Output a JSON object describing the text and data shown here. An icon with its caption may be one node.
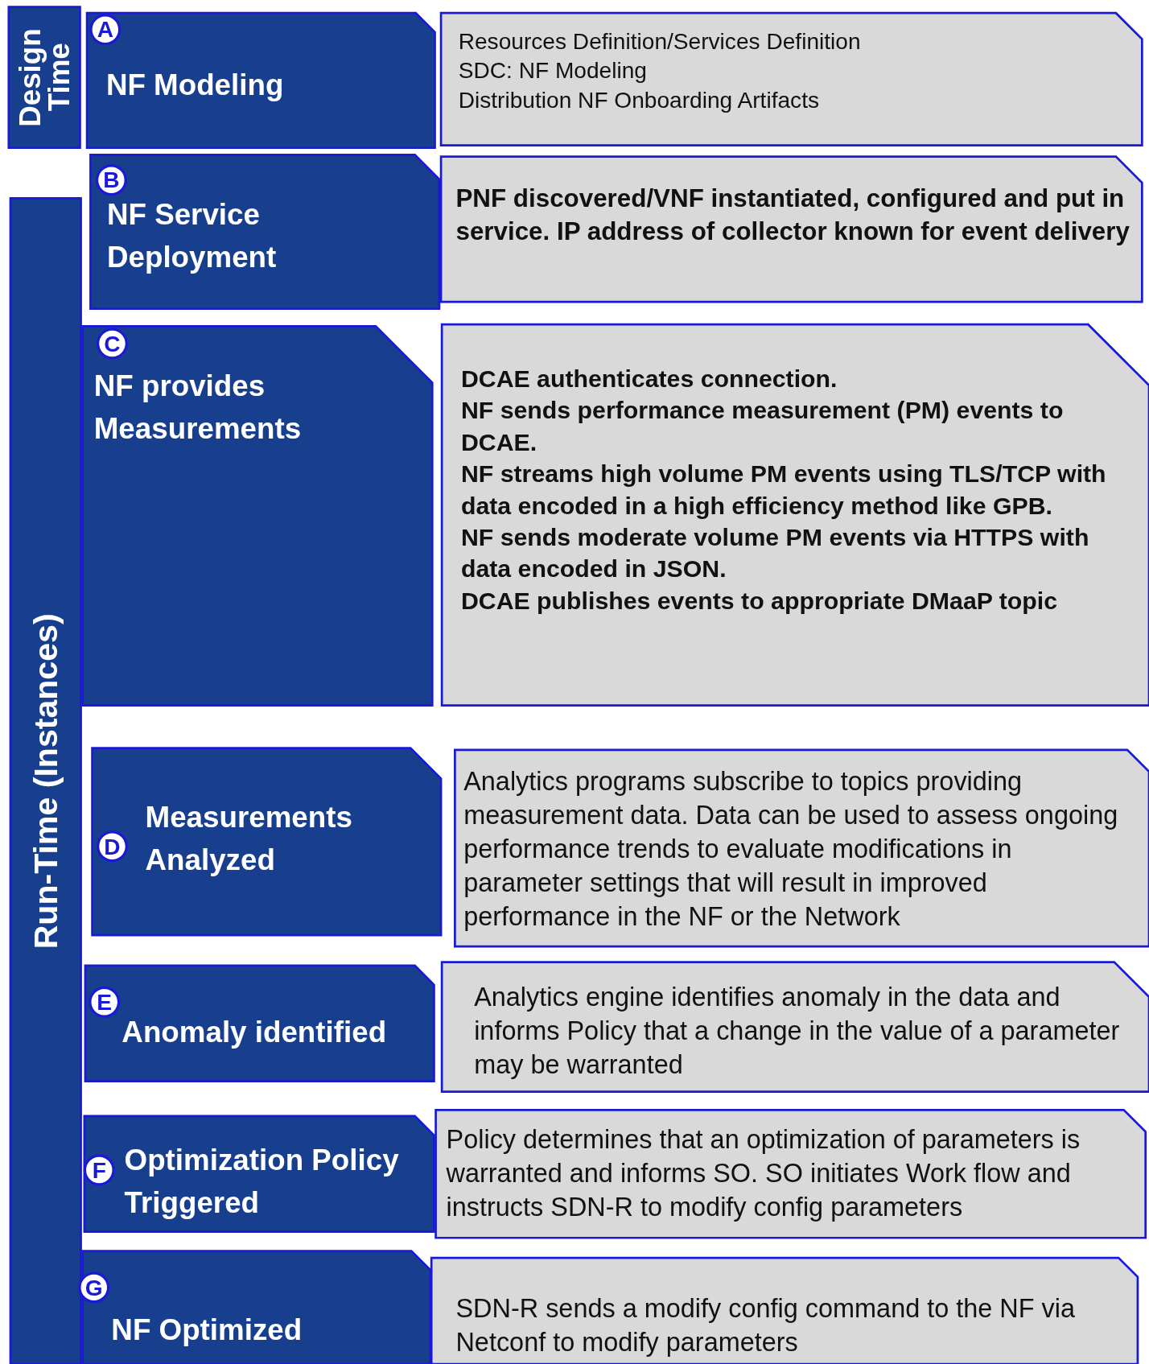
{
  "diagram": {
    "nodes": [
      {
        "text": [
          "Design Time"
        ]
      },
      {
        "text": [
          "Run-Time (Instances)"
        ]
      },
      {
        "text": [
          "A",
          "NF Modeling"
        ]
      },
      {
        "text": [
          "Resources Definition/Services Definition",
          "SDC: NF Modeling",
          "Distribution NF Onboarding Artifacts"
        ]
      },
      {
        "text": [
          "B",
          "NF Service Deployment"
        ]
      },
      {
        "text": [
          "PNF discovered/VNF instantiated, configured and put in service. IP address of collector known for event delivery"
        ]
      },
      {
        "text": [
          "C",
          "NF provides Measurements"
        ]
      },
      {
        "text": [
          "DCAE authenticates connection.",
          "NF sends performance measurement (PM) events to DCAE.",
          "NF streams high volume PM events using TLS/TCP with data encoded in a high efficiency method like GPB.",
          "NF sends moderate volume PM events via HTTPS with data encoded in JSON.",
          "DCAE publishes events to appropriate DMaaP topic"
        ]
      },
      {
        "text": [
          "D",
          "Measurements Analyzed"
        ]
      },
      {
        "text": [
          "Analytics programs subscribe to topics providing measurement data. Data can be used to assess ongoing performance trends to evaluate modifications in parameter settings that will result in improved performance in the NF or the Network"
        ]
      },
      {
        "text": [
          "E",
          "Anomaly identified"
        ]
      },
      {
        "text": [
          "Analytics engine identifies anomaly in the data and informs Policy that a change in the value of a parameter may be warranted"
        ]
      },
      {
        "text": [
          "F",
          "Optimization Policy Triggered"
        ]
      },
      {
        "text": [
          "Policy determines that an optimization of parameters is warranted and informs SO. SO initiates Work flow and instructs SDN-R to modify config parameters"
        ]
      },
      {
        "text": [
          "G",
          "NF Optimized"
        ]
      },
      {
        "text": [
          "SDN-R sends a modify config command to the NF via Netconf to modify parameters"
        ]
      }
    ]
  }
}
